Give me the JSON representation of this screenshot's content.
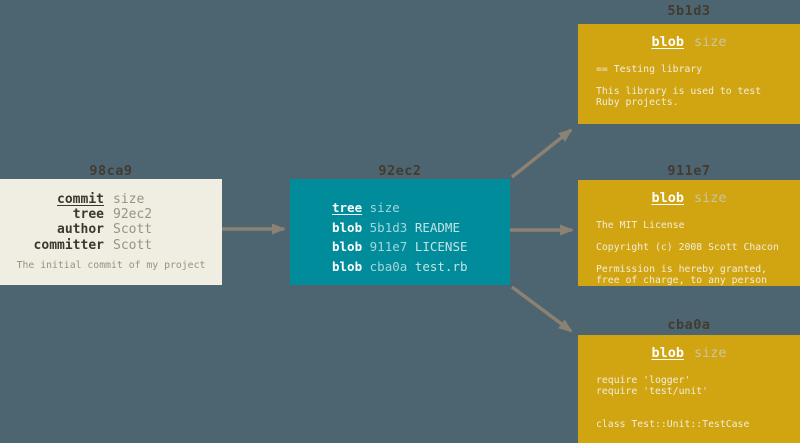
{
  "colors": {
    "background": "#4d6571",
    "commit_box": "#f0ede2",
    "tree_box": "#008c9a",
    "blob_box": "#d1a411",
    "label_text": "#423b31",
    "arrow": "#8c8274"
  },
  "commit": {
    "label": "98ca9",
    "rows": [
      {
        "key": "commit",
        "value": "size"
      },
      {
        "key": "tree",
        "value": "92ec2"
      },
      {
        "key": "author",
        "value": "Scott"
      },
      {
        "key": "committer",
        "value": "Scott"
      }
    ],
    "description": "The initial commit of my project"
  },
  "tree": {
    "label": "92ec2",
    "rows": [
      {
        "key": "tree",
        "value": "size",
        "name": ""
      },
      {
        "key": "blob",
        "value": "5b1d3",
        "name": "README"
      },
      {
        "key": "blob",
        "value": "911e7",
        "name": "LICENSE"
      },
      {
        "key": "blob",
        "value": "cba0a",
        "name": "test.rb"
      }
    ]
  },
  "blobs": [
    {
      "label": "5b1d3",
      "heading": {
        "key": "blob",
        "value": "size"
      },
      "lines": [
        "== Testing library",
        "",
        "This library is used to test",
        "Ruby projects."
      ]
    },
    {
      "label": "911e7",
      "heading": {
        "key": "blob",
        "value": "size"
      },
      "lines": [
        "The MIT License",
        "",
        "Copyright (c) 2008 Scott Chacon",
        "",
        "Permission is hereby granted,",
        "free of charge, to any person"
      ]
    },
    {
      "label": "cba0a",
      "heading": {
        "key": "blob",
        "value": "size"
      },
      "lines": [
        "require 'logger'",
        "require 'test/unit'",
        "",
        "",
        "class Test::Unit::TestCase"
      ]
    }
  ]
}
